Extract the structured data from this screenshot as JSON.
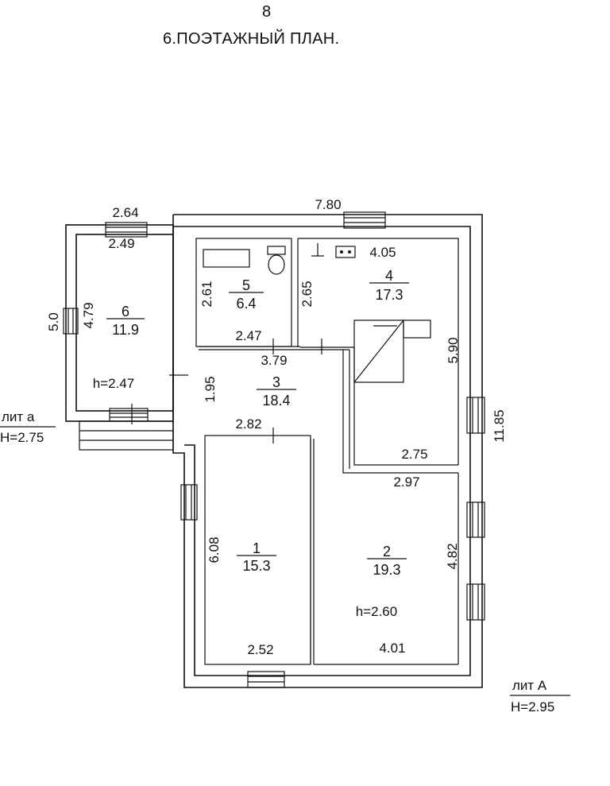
{
  "header": {
    "page_number": "8",
    "title": "6.ПОЭТАЖНЫЙ ПЛАН."
  },
  "rooms": [
    {
      "number": "1",
      "area": "15.3"
    },
    {
      "number": "2",
      "area": "19.3"
    },
    {
      "number": "3",
      "area": "18.4"
    },
    {
      "number": "4",
      "area": "17.3"
    },
    {
      "number": "5",
      "area": "6.4"
    },
    {
      "number": "6",
      "area": "11.9"
    }
  ],
  "dimensions": {
    "d_2_64": "2.64",
    "d_7_80": "7.80",
    "d_2_49": "2.49",
    "d_4_05": "4.05",
    "d_5_0": "5.0",
    "d_4_79": "4.79",
    "d_2_61": "2.61",
    "d_2_65": "2.65",
    "d_2_47": "2.47",
    "d_3_79": "3.79",
    "d_5_90": "5.90",
    "d_1_95": "1.95",
    "d_2_82": "2.82",
    "d_11_85": "11.85",
    "d_2_75": "2.75",
    "d_2_97": "2.97",
    "d_6_08": "6.08",
    "d_4_82": "4.82",
    "d_2_52": "2.52",
    "d_4_01": "4.01"
  },
  "heights": {
    "room6": "h=2.47",
    "main": "h=2.60"
  },
  "annotations": {
    "lit_a_label": "лит а",
    "lit_a_height": "H=2.75",
    "lit_A_label": "лит А",
    "lit_A_height": "H=2.95"
  }
}
